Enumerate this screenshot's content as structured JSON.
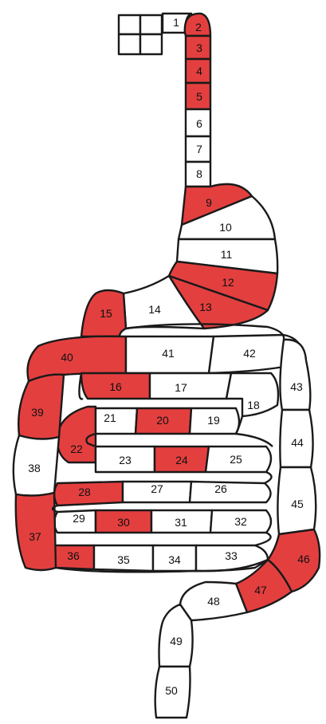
{
  "board": {
    "colors": {
      "marked": "#e43f3f",
      "blank": "#ffffff",
      "outline": "#1a1a1a"
    },
    "cells": [
      {
        "n": "1",
        "marked": false
      },
      {
        "n": "2",
        "marked": true
      },
      {
        "n": "3",
        "marked": true
      },
      {
        "n": "4",
        "marked": true
      },
      {
        "n": "5",
        "marked": true
      },
      {
        "n": "6",
        "marked": false
      },
      {
        "n": "7",
        "marked": false
      },
      {
        "n": "8",
        "marked": false
      },
      {
        "n": "9",
        "marked": true
      },
      {
        "n": "10",
        "marked": false
      },
      {
        "n": "11",
        "marked": false
      },
      {
        "n": "12",
        "marked": true
      },
      {
        "n": "13",
        "marked": true
      },
      {
        "n": "14",
        "marked": false
      },
      {
        "n": "15",
        "marked": true
      },
      {
        "n": "16",
        "marked": true
      },
      {
        "n": "17",
        "marked": false
      },
      {
        "n": "18",
        "marked": false
      },
      {
        "n": "19",
        "marked": false
      },
      {
        "n": "20",
        "marked": true
      },
      {
        "n": "21",
        "marked": false
      },
      {
        "n": "22",
        "marked": true
      },
      {
        "n": "23",
        "marked": false
      },
      {
        "n": "24",
        "marked": true
      },
      {
        "n": "25",
        "marked": false
      },
      {
        "n": "26",
        "marked": false
      },
      {
        "n": "27",
        "marked": false
      },
      {
        "n": "28",
        "marked": true
      },
      {
        "n": "29",
        "marked": false
      },
      {
        "n": "30",
        "marked": true
      },
      {
        "n": "31",
        "marked": false
      },
      {
        "n": "32",
        "marked": false
      },
      {
        "n": "33",
        "marked": false
      },
      {
        "n": "34",
        "marked": false
      },
      {
        "n": "35",
        "marked": false
      },
      {
        "n": "36",
        "marked": true
      },
      {
        "n": "37",
        "marked": true
      },
      {
        "n": "38",
        "marked": false
      },
      {
        "n": "39",
        "marked": true
      },
      {
        "n": "40",
        "marked": true
      },
      {
        "n": "41",
        "marked": false
      },
      {
        "n": "42",
        "marked": false
      },
      {
        "n": "43",
        "marked": false
      },
      {
        "n": "44",
        "marked": false
      },
      {
        "n": "45",
        "marked": false
      },
      {
        "n": "46",
        "marked": true
      },
      {
        "n": "47",
        "marked": true
      },
      {
        "n": "48",
        "marked": false
      },
      {
        "n": "49",
        "marked": false
      },
      {
        "n": "50",
        "marked": false
      }
    ]
  }
}
